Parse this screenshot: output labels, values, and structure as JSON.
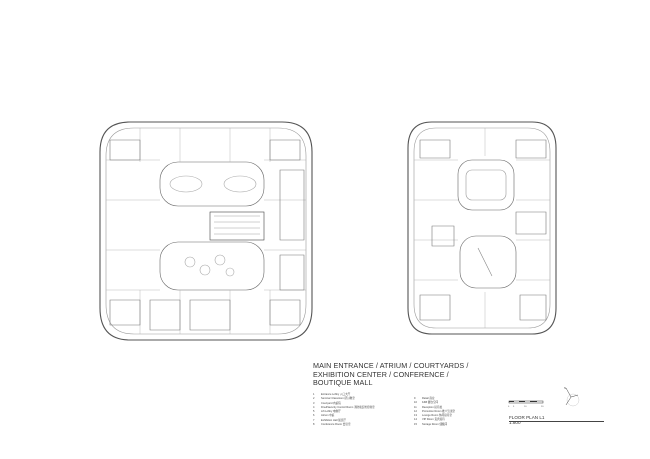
{
  "title": "MAIN ENTRANCE / ATRIUM / COURTYARDS / EXHIBITION CENTER / CONFERENCE / BOUTIQUE MALL",
  "legend_left": [
    {
      "num": "1",
      "label": "Entrance Lobby 入口大厅"
    },
    {
      "num": "2",
      "label": "Seminar Classroom 研讨教室"
    },
    {
      "num": "3",
      "label": "Courtyard 内庭院"
    },
    {
      "num": "4",
      "label": "Fire&Security Control Room 消防和安防控制室"
    },
    {
      "num": "5",
      "label": "Lift Lobby 电梯厅"
    },
    {
      "num": "6",
      "label": "Atrium 中庭"
    },
    {
      "num": "7",
      "label": "Exhibition Hall 展览厅"
    },
    {
      "num": "8",
      "label": "Conference Room 会议室"
    }
  ],
  "legend_right": [
    {
      "num": "9",
      "label": "Retail 商业"
    },
    {
      "num": "10",
      "label": "F&B 餐饮空间"
    },
    {
      "num": "11",
      "label": "Reception 接待处"
    },
    {
      "num": "12",
      "label": "Promotion Room 推介洽谈室"
    },
    {
      "num": "13",
      "label": "Lounge Room 休闲接待室"
    },
    {
      "num": "14",
      "label": "VIP Room 贵宾接待"
    },
    {
      "num": "15",
      "label": "Storage Room 储藏间"
    }
  ],
  "scale_bar": {
    "ticks": [
      "0",
      "5",
      "10",
      "20"
    ]
  },
  "north_arrow": {
    "label": "N",
    "icon": "north-arrow-icon"
  },
  "sheet": {
    "name": "FLOOR PLAN L1",
    "scale": "1:800"
  }
}
